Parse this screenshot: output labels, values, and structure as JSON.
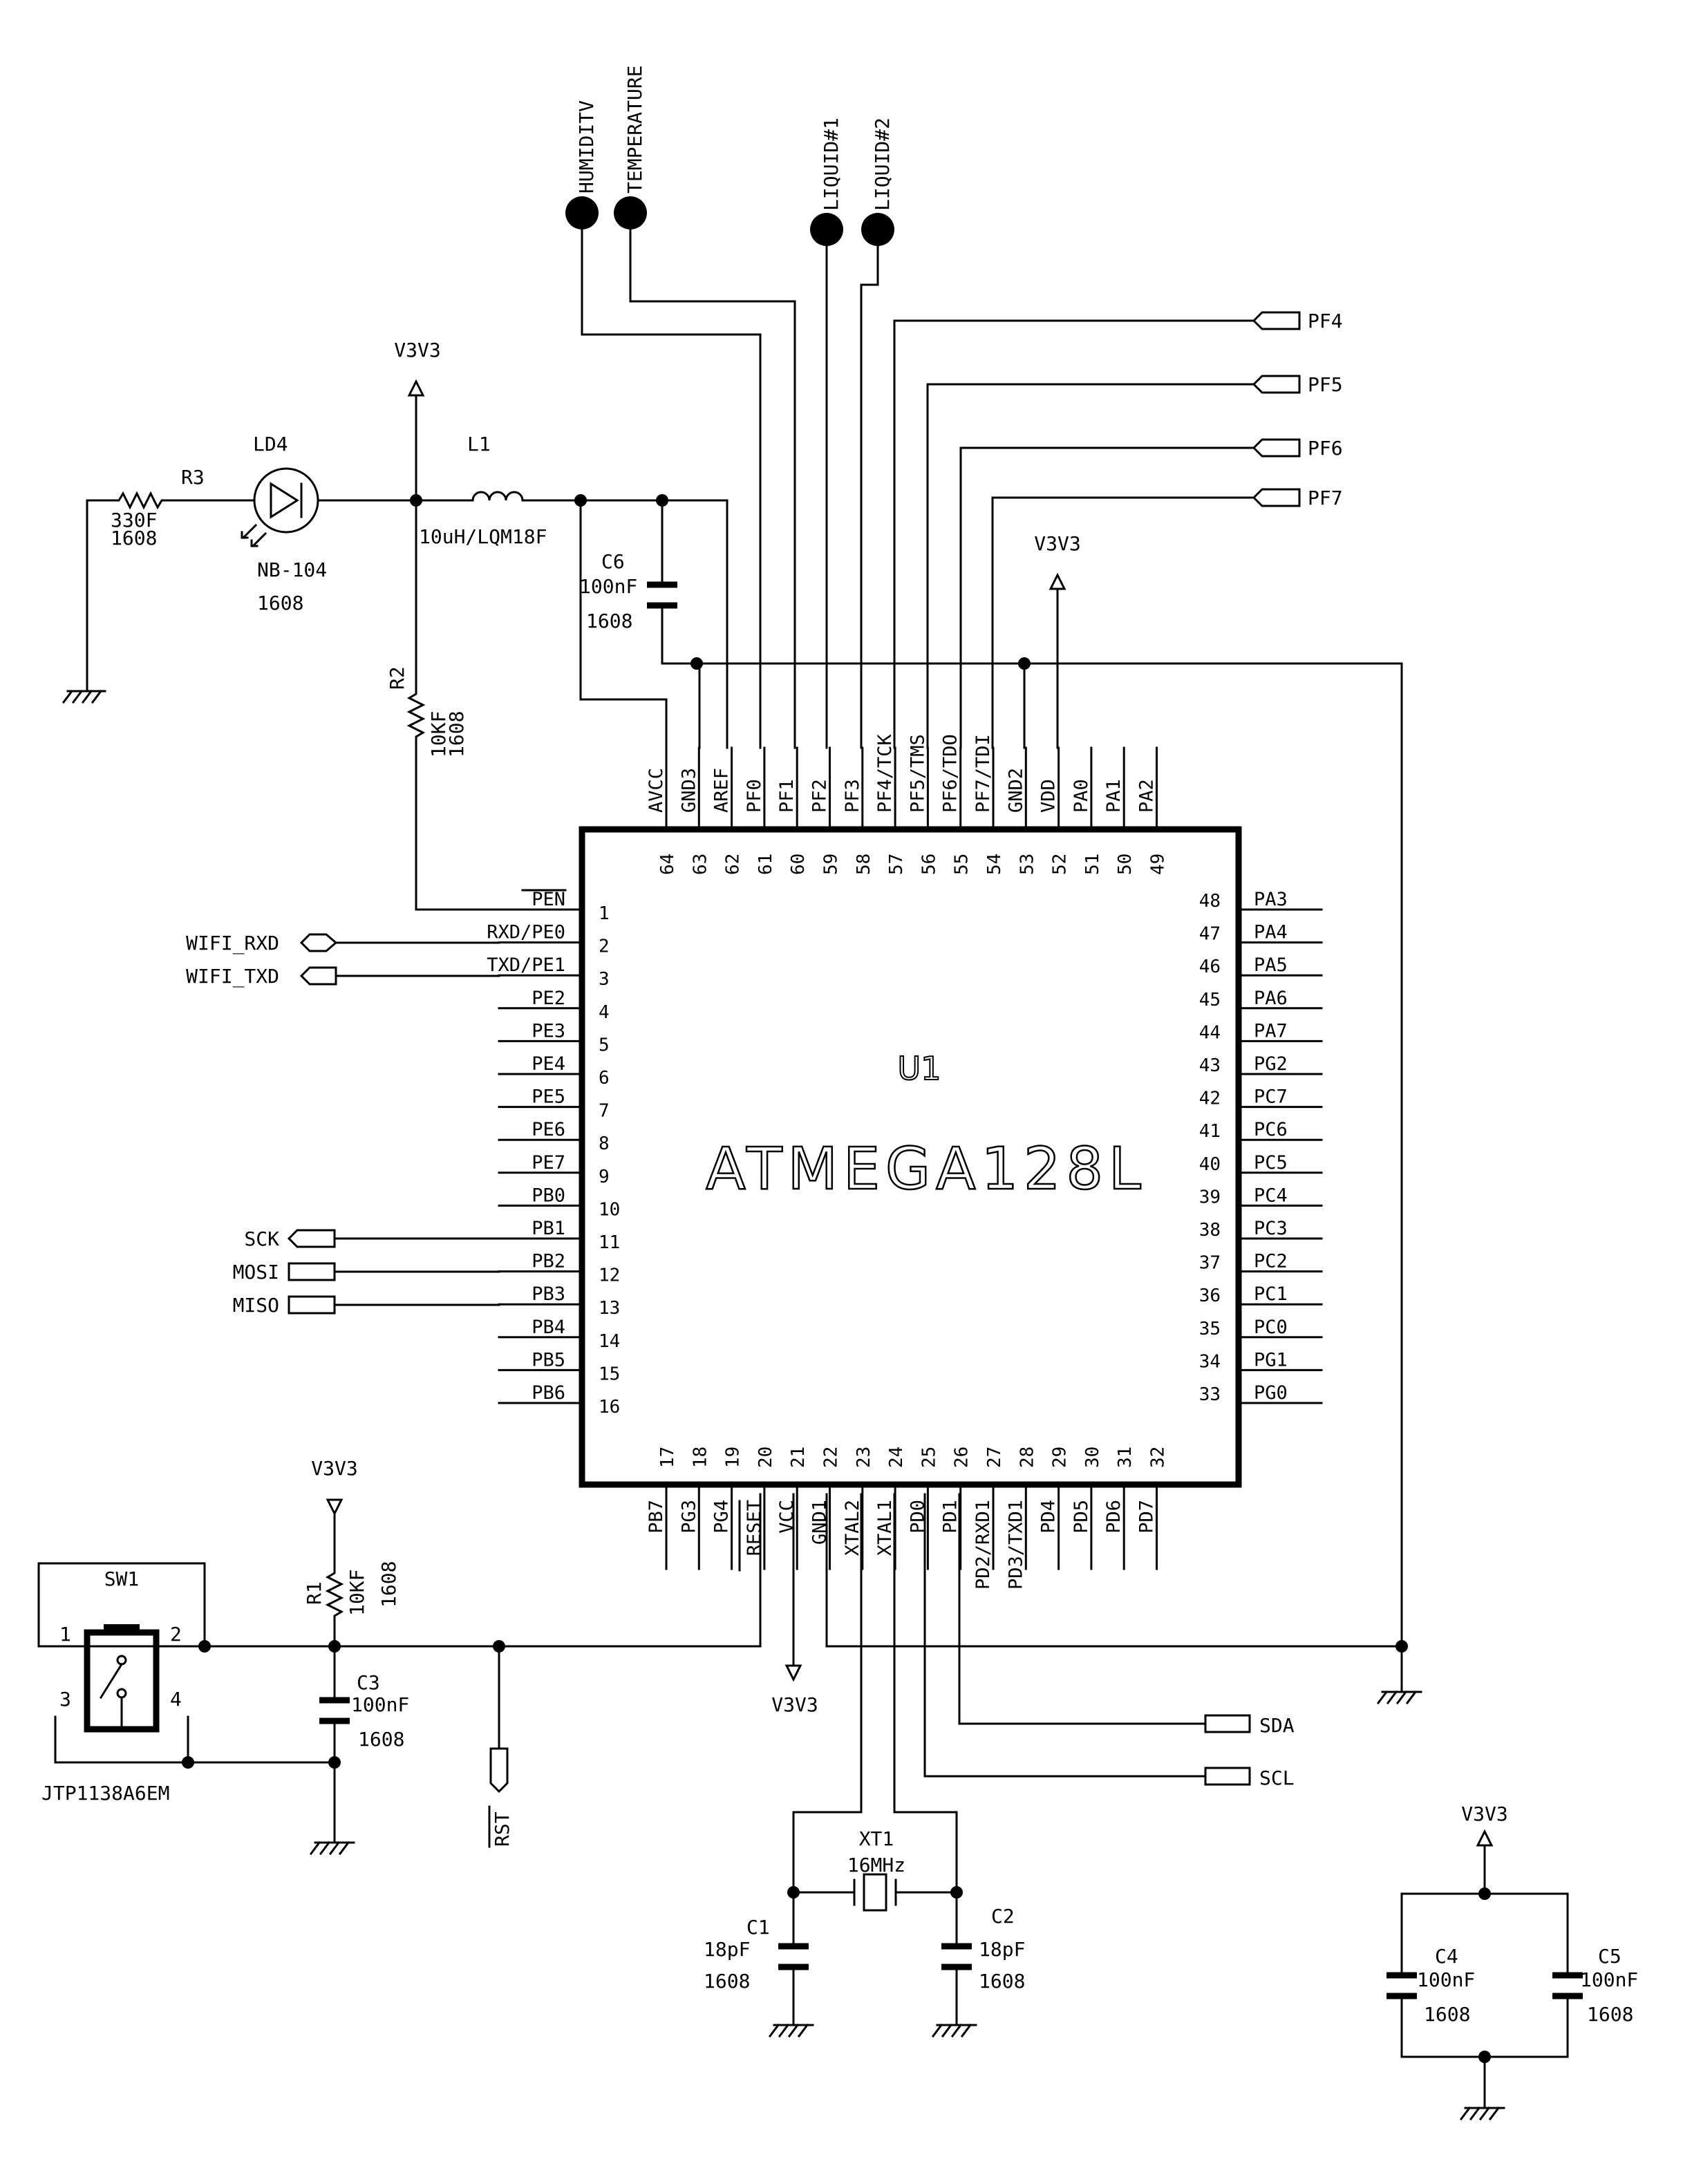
{
  "chip": {
    "designator": "U1",
    "part": "ATMEGA128L",
    "top_pins": [
      {
        "num": "64",
        "name": "AVCC"
      },
      {
        "num": "63",
        "name": "GND3"
      },
      {
        "num": "62",
        "name": "AREF"
      },
      {
        "num": "61",
        "name": "PF0"
      },
      {
        "num": "60",
        "name": "PF1"
      },
      {
        "num": "59",
        "name": "PF2"
      },
      {
        "num": "58",
        "name": "PF3"
      },
      {
        "num": "57",
        "name": "PF4/TCK"
      },
      {
        "num": "56",
        "name": "PF5/TMS"
      },
      {
        "num": "55",
        "name": "PF6/TDO"
      },
      {
        "num": "54",
        "name": "PF7/TDI"
      },
      {
        "num": "53",
        "name": "GND2"
      },
      {
        "num": "52",
        "name": "VDD"
      },
      {
        "num": "51",
        "name": "PA0"
      },
      {
        "num": "50",
        "name": "PA1"
      },
      {
        "num": "49",
        "name": "PA2"
      }
    ],
    "left_pins": [
      {
        "num": "1",
        "name": "PEN"
      },
      {
        "num": "2",
        "name": "RXD/PE0"
      },
      {
        "num": "3",
        "name": "TXD/PE1"
      },
      {
        "num": "4",
        "name": "PE2"
      },
      {
        "num": "5",
        "name": "PE3"
      },
      {
        "num": "6",
        "name": "PE4"
      },
      {
        "num": "7",
        "name": "PE5"
      },
      {
        "num": "8",
        "name": "PE6"
      },
      {
        "num": "9",
        "name": "PE7"
      },
      {
        "num": "10",
        "name": "PB0"
      },
      {
        "num": "11",
        "name": "PB1"
      },
      {
        "num": "12",
        "name": "PB2"
      },
      {
        "num": "13",
        "name": "PB3"
      },
      {
        "num": "14",
        "name": "PB4"
      },
      {
        "num": "15",
        "name": "PB5"
      },
      {
        "num": "16",
        "name": "PB6"
      }
    ],
    "right_pins": [
      {
        "num": "48",
        "name": "PA3"
      },
      {
        "num": "47",
        "name": "PA4"
      },
      {
        "num": "46",
        "name": "PA5"
      },
      {
        "num": "45",
        "name": "PA6"
      },
      {
        "num": "44",
        "name": "PA7"
      },
      {
        "num": "43",
        "name": "PG2"
      },
      {
        "num": "42",
        "name": "PC7"
      },
      {
        "num": "41",
        "name": "PC6"
      },
      {
        "num": "40",
        "name": "PC5"
      },
      {
        "num": "39",
        "name": "PC4"
      },
      {
        "num": "38",
        "name": "PC3"
      },
      {
        "num": "37",
        "name": "PC2"
      },
      {
        "num": "36",
        "name": "PC1"
      },
      {
        "num": "35",
        "name": "PC0"
      },
      {
        "num": "34",
        "name": "PG1"
      },
      {
        "num": "33",
        "name": "PG0"
      }
    ],
    "bottom_pins": [
      {
        "num": "17",
        "name": "PB7"
      },
      {
        "num": "18",
        "name": "PG3"
      },
      {
        "num": "19",
        "name": "PG4"
      },
      {
        "num": "20",
        "name": "RESET"
      },
      {
        "num": "21",
        "name": "VCC"
      },
      {
        "num": "22",
        "name": "GND1"
      },
      {
        "num": "23",
        "name": "XTAL2"
      },
      {
        "num": "24",
        "name": "XTAL1"
      },
      {
        "num": "25",
        "name": "PD0"
      },
      {
        "num": "26",
        "name": "PD1"
      },
      {
        "num": "27",
        "name": "PD2/RXD1"
      },
      {
        "num": "28",
        "name": "PD3/TXD1"
      },
      {
        "num": "29",
        "name": "PD4"
      },
      {
        "num": "30",
        "name": "PD5"
      },
      {
        "num": "31",
        "name": "PD6"
      },
      {
        "num": "32",
        "name": "PD7"
      }
    ]
  },
  "power_net": "V3V3",
  "sensor_connectors": [
    "HUMIDITV",
    "TEMPERATURE",
    "LIQUID#1",
    "LIQUID#2"
  ],
  "port_labels": {
    "pf4": "PF4",
    "pf5": "PF5",
    "pf6": "PF6",
    "pf7": "PF7",
    "wifi_rxd": "WIFI_RXD",
    "wifi_txd": "WIFI_TXD",
    "sck": "SCK",
    "mosi": "MOSI",
    "miso": "MISO",
    "sda": "SDA",
    "scl": "SCL",
    "rst": "RST"
  },
  "components": {
    "r3": {
      "ref": "R3",
      "value": "330F",
      "pkg": "1608"
    },
    "ld4": {
      "ref": "LD4",
      "value": "NB-104",
      "pkg": "1608"
    },
    "l1": {
      "ref": "L1",
      "value": "10uH/LQM18F"
    },
    "c6": {
      "ref": "C6",
      "value": "100nF",
      "pkg": "1608"
    },
    "r2": {
      "ref": "R2",
      "value": "10KF",
      "pkg": "1608"
    },
    "sw1": {
      "ref": "SW1",
      "part": "JTP1138A6EM",
      "pins": [
        "1",
        "2",
        "3",
        "4"
      ]
    },
    "r1": {
      "ref": "R1",
      "value": "10KF",
      "pkg": "1608"
    },
    "c3": {
      "ref": "C3",
      "value": "100nF",
      "pkg": "1608"
    },
    "xt1": {
      "ref": "XT1",
      "value": "16MHz"
    },
    "c1": {
      "ref": "C1",
      "value": "18pF",
      "pkg": "1608"
    },
    "c2": {
      "ref": "C2",
      "value": "18pF",
      "pkg": "1608"
    },
    "c4": {
      "ref": "C4",
      "value": "100nF",
      "pkg": "1608"
    },
    "c5": {
      "ref": "C5",
      "value": "100nF",
      "pkg": "1608"
    }
  }
}
